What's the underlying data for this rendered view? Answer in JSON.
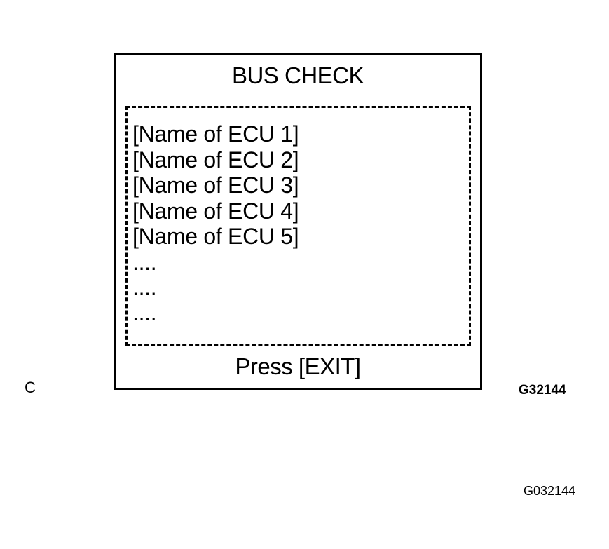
{
  "screen": {
    "title": "BUS CHECK",
    "ecu_items": [
      "[Name of ECU 1]",
      "[Name of ECU 2]",
      "[Name of ECU 3]",
      "[Name of ECU 4]",
      "[Name of ECU 5]",
      "....",
      "....",
      "...."
    ],
    "footer": "Press [EXIT]"
  },
  "annotations": {
    "corner_label": "C",
    "figure_code": "G32144",
    "figure_id": "G032144"
  }
}
